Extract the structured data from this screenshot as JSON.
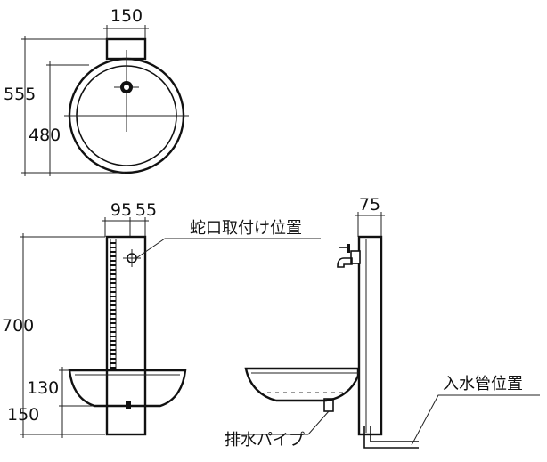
{
  "top_view": {
    "dim_width": "150",
    "dim_total_depth": "555",
    "dim_basin_depth": "480"
  },
  "front_view": {
    "dim_post_left": "95",
    "dim_post_right": "55",
    "dim_height_post": "700",
    "dim_basin_height": "130",
    "dim_base_height": "150",
    "faucet_position_label": "蛇口取付け位置"
  },
  "side_view": {
    "dim_post_depth": "75",
    "inlet_pipe_label": "入水管位置",
    "drain_pipe_label": "排水パイプ"
  }
}
